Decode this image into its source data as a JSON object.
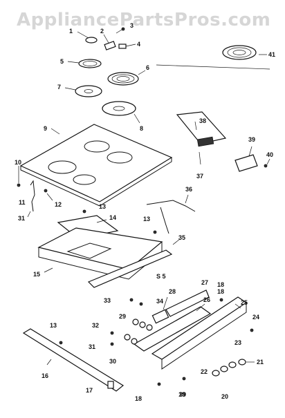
{
  "watermark": "AppliancePartsPros.com",
  "callouts": [
    "1",
    "2",
    "3",
    "4",
    "5",
    "6",
    "7",
    "8",
    "9",
    "10",
    "11",
    "12",
    "13",
    "13",
    "13",
    "14",
    "15",
    "16",
    "17",
    "18",
    "18",
    "18",
    "19",
    "20",
    "21",
    "22",
    "23",
    "24",
    "25",
    "26",
    "27",
    "28",
    "29",
    "30",
    "31",
    "31",
    "32",
    "33",
    "34",
    "35",
    "36",
    "37",
    "38",
    "39",
    "39",
    "40",
    "41",
    "S 5"
  ]
}
